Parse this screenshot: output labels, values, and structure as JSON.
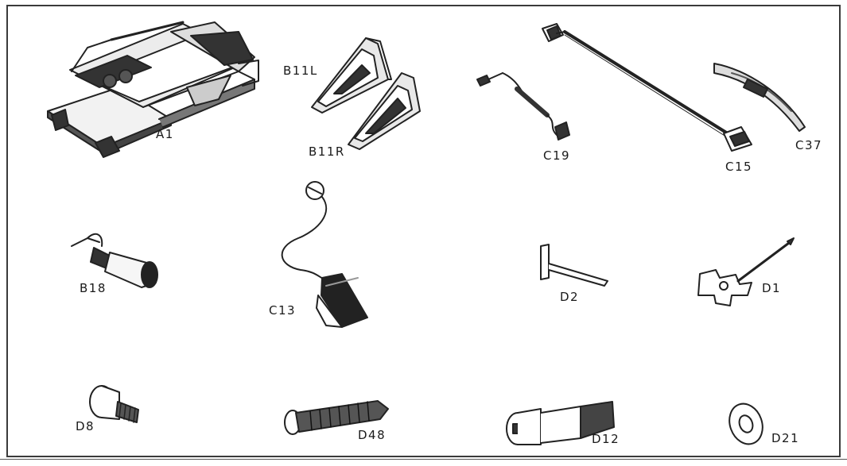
{
  "parts": {
    "a1": "A1",
    "b11l": "B11L",
    "b11r": "B11R",
    "c19": "C19",
    "c15": "C15",
    "c37": "C37",
    "b18": "B18",
    "c13": "C13",
    "d2": "D2",
    "d1": "D1",
    "d8": "D8",
    "d48": "D48",
    "d12": "D12",
    "d21": "D21"
  }
}
